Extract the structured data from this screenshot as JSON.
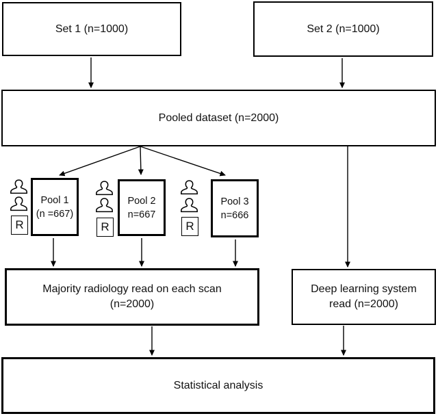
{
  "nodes": {
    "set1": {
      "label": "Set 1 (n=1000)"
    },
    "set2": {
      "label": "Set 2 (n=1000)"
    },
    "pooled": {
      "label": "Pooled dataset (n=2000)"
    },
    "pool1": {
      "title": "Pool 1",
      "count": "(n =667)"
    },
    "pool2": {
      "title": "Pool 2",
      "count": "n=667"
    },
    "pool3": {
      "title": "Pool 3",
      "count": "n=666"
    },
    "majority": {
      "line1": "Majority radiology read on each scan",
      "line2": "(n=2000)"
    },
    "deep_learning": {
      "line1": "Deep learning system",
      "line2": "read (n=2000)"
    },
    "statistical": {
      "label": "Statistical analysis"
    }
  },
  "icons": {
    "radiologist_label": "R",
    "person_icons_per_pool": 2
  },
  "colors": {
    "line": "#000000",
    "background": "#ffffff",
    "text": "#111111"
  }
}
